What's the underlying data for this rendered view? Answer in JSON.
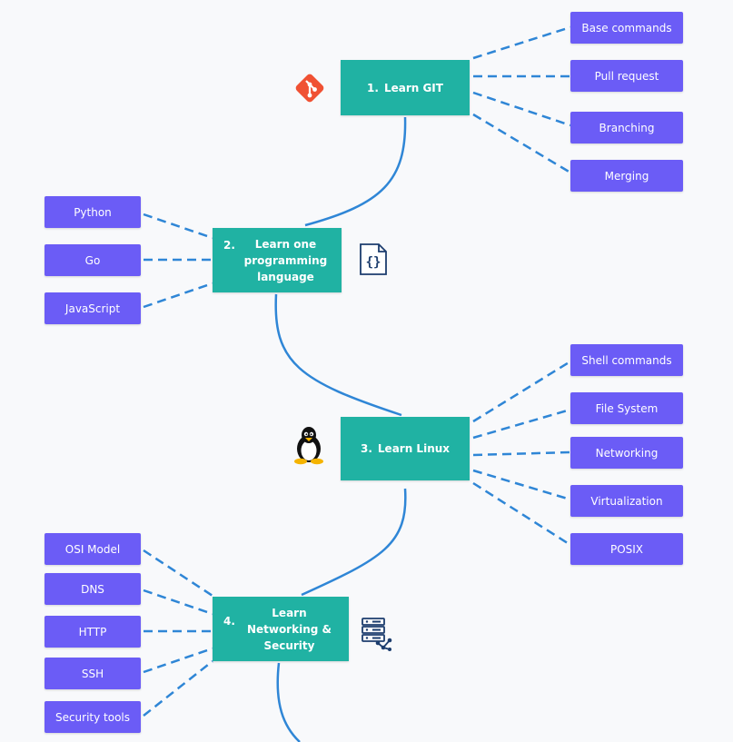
{
  "topics": [
    {
      "number": "1.",
      "title": "Learn GIT",
      "icon": "git-icon",
      "subtopics": [
        "Base commands",
        "Pull request",
        "Branching",
        "Merging"
      ]
    },
    {
      "number": "2.",
      "title": "Learn one programming language",
      "icon": "code-file-icon",
      "subtopics": [
        "Python",
        "Go",
        "JavaScript"
      ]
    },
    {
      "number": "3.",
      "title": "Learn Linux",
      "icon": "linux-penguin-icon",
      "subtopics": [
        "Shell commands",
        "File System",
        "Networking",
        "Virtualization",
        "POSIX"
      ]
    },
    {
      "number": "4.",
      "title": "Learn Networking & Security",
      "icon": "server-network-icon",
      "subtopics": [
        "OSI Model",
        "DNS",
        "HTTP",
        "SSH",
        "Security tools"
      ]
    }
  ],
  "colors": {
    "topic": "#20b2a3",
    "subtopic": "#6b5cf6",
    "connector": "#2f86d6",
    "git_logo": "#f05133"
  }
}
